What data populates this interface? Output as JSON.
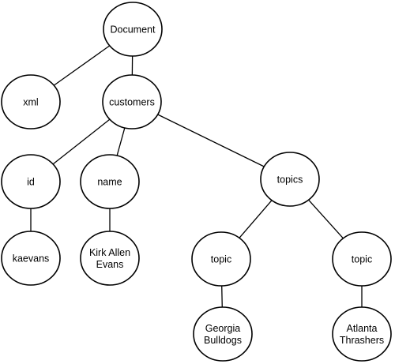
{
  "diagram": {
    "type": "tree",
    "nodes": [
      {
        "id": "document",
        "lines": [
          "Document"
        ]
      },
      {
        "id": "xml",
        "lines": [
          "xml"
        ]
      },
      {
        "id": "customers",
        "lines": [
          "customers"
        ]
      },
      {
        "id": "id",
        "lines": [
          "id"
        ]
      },
      {
        "id": "name",
        "lines": [
          "name"
        ]
      },
      {
        "id": "topics",
        "lines": [
          "topics"
        ]
      },
      {
        "id": "kaevans",
        "lines": [
          "kaevans"
        ]
      },
      {
        "id": "kirk-allen-evans",
        "lines": [
          "Kirk Allen",
          "Evans"
        ]
      },
      {
        "id": "topic-1",
        "lines": [
          "topic"
        ]
      },
      {
        "id": "topic-2",
        "lines": [
          "topic"
        ]
      },
      {
        "id": "georgia-bulldogs",
        "lines": [
          "Georgia",
          "Bulldogs"
        ]
      },
      {
        "id": "atlanta-thrashers",
        "lines": [
          "Atlanta",
          "Thrashers"
        ]
      }
    ],
    "edges": [
      [
        "document",
        "xml"
      ],
      [
        "document",
        "customers"
      ],
      [
        "customers",
        "id"
      ],
      [
        "customers",
        "name"
      ],
      [
        "customers",
        "topics"
      ],
      [
        "id",
        "kaevans"
      ],
      [
        "name",
        "kirk-allen-evans"
      ],
      [
        "topics",
        "topic-1"
      ],
      [
        "topics",
        "topic-2"
      ],
      [
        "topic-1",
        "georgia-bulldogs"
      ],
      [
        "topic-2",
        "atlanta-thrashers"
      ]
    ]
  }
}
